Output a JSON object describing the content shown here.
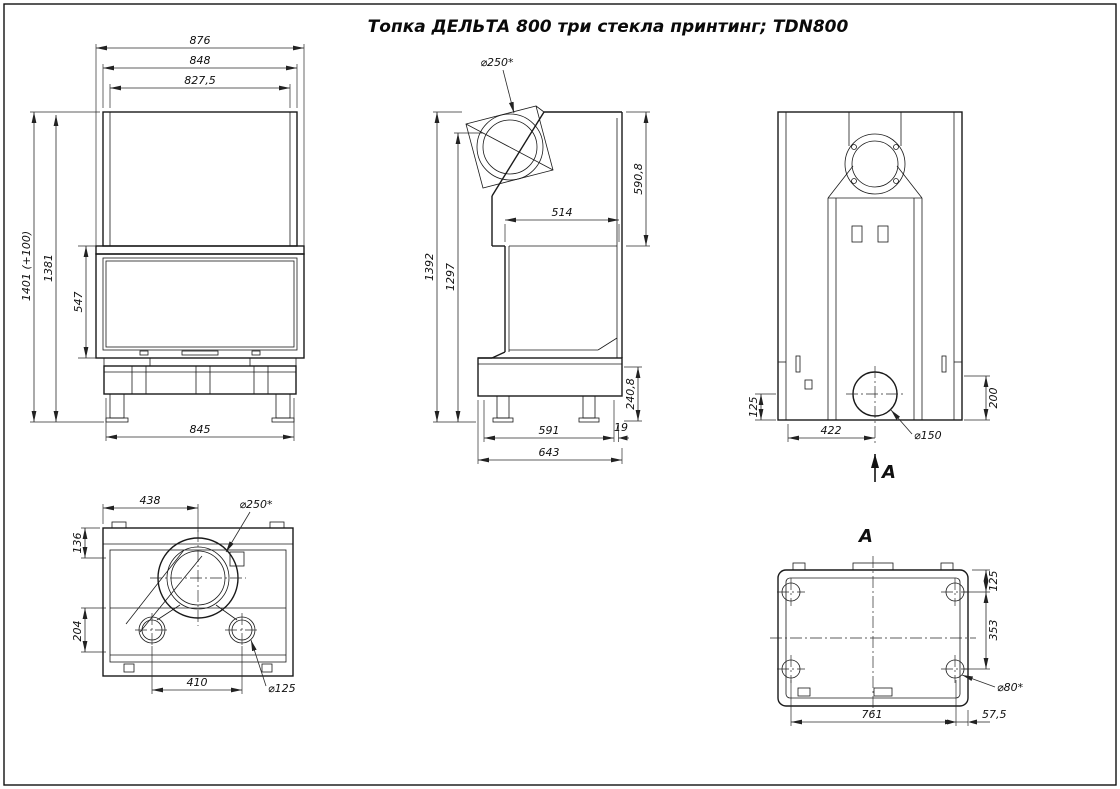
{
  "title": "Топка ДЕЛЬТА 800 три стекла принтинг; TDN800",
  "front_view": {
    "dim_876": "876",
    "dim_848": "848",
    "dim_827_5": "827,5",
    "dim_1401": "1401 (+100)",
    "dim_1381": "1381",
    "dim_547": "547",
    "dim_845": "845"
  },
  "side_view": {
    "dim_d250": "⌀250*",
    "dim_590_8": "590,8",
    "dim_514": "514",
    "dim_1392": "1392",
    "dim_1297": "1297",
    "dim_240_8": "240,8",
    "dim_19": "19",
    "dim_591": "591",
    "dim_643": "643"
  },
  "rear_view": {
    "dim_200": "200",
    "dim_125": "125",
    "dim_422": "422",
    "dim_d150": "⌀150",
    "section_arrow_label": "A"
  },
  "top_view": {
    "dim_438": "438",
    "dim_d250": "⌀250*",
    "dim_136": "136",
    "dim_204": "204",
    "dim_410": "410",
    "dim_d125": "⌀125"
  },
  "bottom_view": {
    "section_label": "A",
    "dim_125": "125",
    "dim_353": "353",
    "dim_d80": "⌀80*",
    "dim_761": "761",
    "dim_57_5": "57,5"
  }
}
